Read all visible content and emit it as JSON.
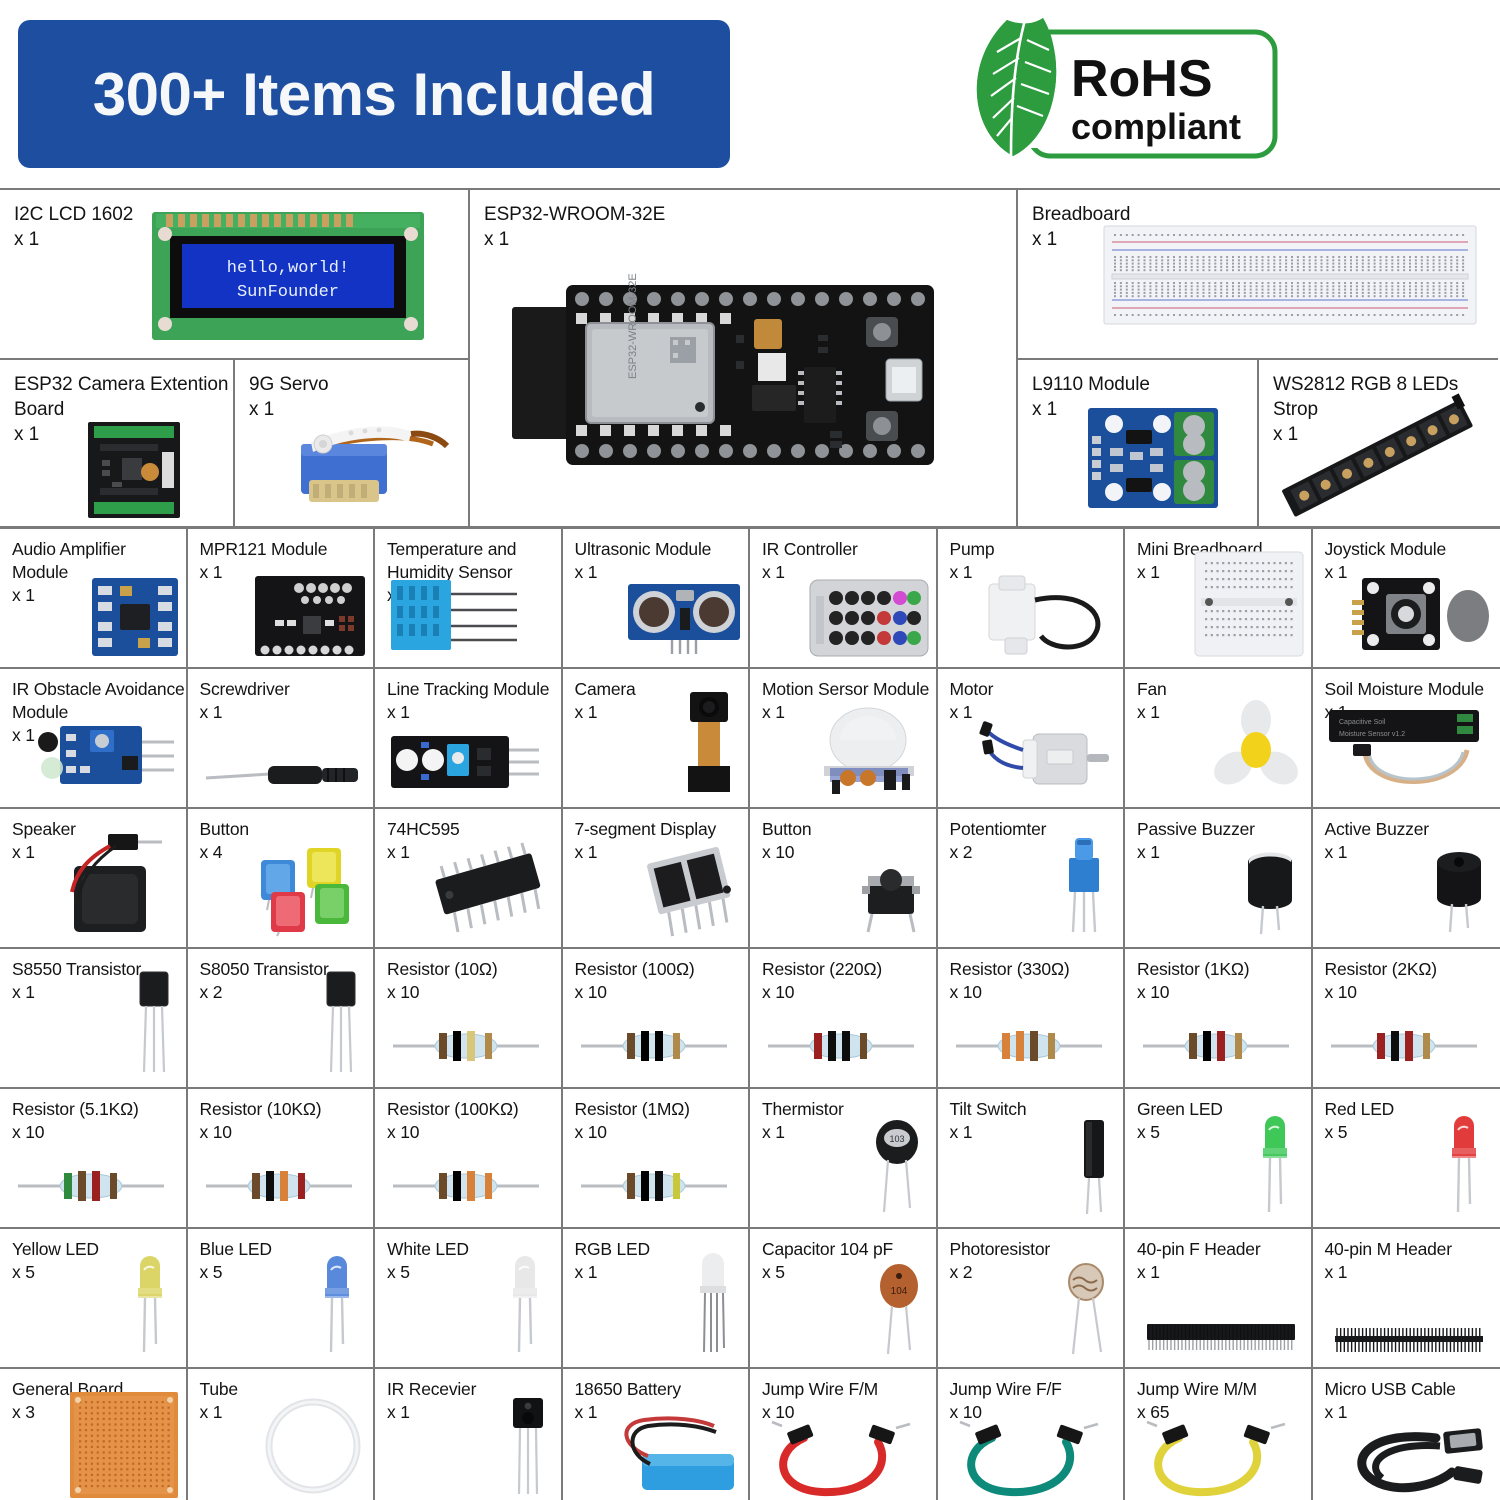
{
  "banner": {
    "text": "300+ Items Included",
    "bg_color": "#1d4ea0",
    "text_color": "#f6f7f9"
  },
  "rohs": {
    "line1": "RoHS",
    "line2": "compliant",
    "leaf_color": "#2d9c3f",
    "border_color": "#2d9c3f"
  },
  "top_section": {
    "lcd": {
      "label": "I2C LCD 1602",
      "qty": "x 1",
      "screen_line1": "hello,world!",
      "screen_line2": "SunFounder",
      "screen_bg": "#1333c4",
      "board_color": "#2f9e4a"
    },
    "camera_board": {
      "label": "ESP32 Camera Extention Board",
      "qty": "x 1"
    },
    "servo": {
      "label": "9G Servo",
      "qty": "x 1"
    },
    "esp32": {
      "label": "ESP32-WROOM-32E",
      "qty": "x 1",
      "chip_text": "ESP32-WROOM-32E"
    },
    "breadboard": {
      "label": "Breadboard",
      "qty": "x 1"
    },
    "l9110": {
      "label": "L9110 Module",
      "qty": "x 1"
    },
    "ws2812": {
      "label": "WS2812 RGB 8 LEDs Strop",
      "qty": "x 1"
    }
  },
  "grid_rows": [
    [
      {
        "label": "Audio Amplifier Module",
        "qty": "x 1",
        "art": "audio-amp"
      },
      {
        "label": "MPR121 Module",
        "qty": "x 1",
        "art": "mpr121"
      },
      {
        "label": "Temperature and Humidity Sensor",
        "qty": "x 1",
        "art": "dht11"
      },
      {
        "label": "Ultrasonic Module",
        "qty": "x 1",
        "art": "ultrasonic"
      },
      {
        "label": "IR Controller",
        "qty": "x 1",
        "art": "ir-remote"
      },
      {
        "label": "Pump",
        "qty": "x 1",
        "art": "pump"
      },
      {
        "label": "Mini Breadboard",
        "qty": "x 1",
        "art": "mini-breadboard"
      },
      {
        "label": "Joystick Module",
        "qty": "x 1",
        "art": "joystick"
      }
    ],
    [
      {
        "label": "IR Obstacle Avoidance Module",
        "qty": "x 1",
        "art": "ir-obstacle"
      },
      {
        "label": "Screwdriver",
        "qty": "x 1",
        "art": "screwdriver"
      },
      {
        "label": "Line Tracking Module",
        "qty": "x 1",
        "art": "line-tracking"
      },
      {
        "label": "Camera",
        "qty": "x 1",
        "art": "camera"
      },
      {
        "label": "Motion Sersor Module",
        "qty": "x 1",
        "art": "pir"
      },
      {
        "label": "Motor",
        "qty": "x 1",
        "art": "motor"
      },
      {
        "label": "Fan",
        "qty": "x 1",
        "art": "fan"
      },
      {
        "label": "Soil Moisture Module",
        "qty": "x 1",
        "art": "soil"
      }
    ],
    [
      {
        "label": "Speaker",
        "qty": "x 1",
        "art": "speaker"
      },
      {
        "label": "Button",
        "qty": "x 4",
        "art": "buttons-color"
      },
      {
        "label": "74HC595",
        "qty": "x 1",
        "art": "dip-ic"
      },
      {
        "label": "7-segment Display",
        "qty": "x 1",
        "art": "seven-seg"
      },
      {
        "label": "Button",
        "qty": "x 10",
        "art": "tact-button"
      },
      {
        "label": "Potentiomter",
        "qty": "x 2",
        "art": "potentiometer"
      },
      {
        "label": "Passive Buzzer",
        "qty": "x 1",
        "art": "passive-buzzer"
      },
      {
        "label": "Active Buzzer",
        "qty": "x 1",
        "art": "active-buzzer"
      }
    ],
    [
      {
        "label": "S8550 Transistor",
        "qty": "x 1",
        "art": "transistor"
      },
      {
        "label": "S8050 Transistor",
        "qty": "x 2",
        "art": "transistor"
      },
      {
        "label": "Resistor (10Ω)",
        "qty": "x 10",
        "art": "resistor",
        "bands": [
          "#6b4a2a",
          "#000000",
          "#d8c77a",
          "#b08a4a"
        ]
      },
      {
        "label": "Resistor (100Ω)",
        "qty": "x 10",
        "art": "resistor",
        "bands": [
          "#6b4a2a",
          "#000000",
          "#000000",
          "#b08a4a"
        ]
      },
      {
        "label": "Resistor (220Ω)",
        "qty": "x 10",
        "art": "resistor",
        "bands": [
          "#9b2020",
          "#0d0d0d",
          "#0d0d0d",
          "#6b4a2a"
        ]
      },
      {
        "label": "Resistor (330Ω)",
        "qty": "x 10",
        "art": "resistor",
        "bands": [
          "#d8813a",
          "#d8813a",
          "#6b4a2a",
          "#b08a4a"
        ]
      },
      {
        "label": "Resistor (1KΩ)",
        "qty": "x 10",
        "art": "resistor",
        "bands": [
          "#6b4a2a",
          "#000000",
          "#9b2020",
          "#b08a4a"
        ]
      },
      {
        "label": "Resistor (2KΩ)",
        "qty": "x 10",
        "art": "resistor",
        "bands": [
          "#9b2020",
          "#0d0d0d",
          "#9b2020",
          "#b08a4a"
        ]
      }
    ],
    [
      {
        "label": "Resistor (5.1KΩ)",
        "qty": "x 10",
        "art": "resistor",
        "bands": [
          "#2f8a3f",
          "#6b4a2a",
          "#9b2020",
          "#6b4a2a"
        ]
      },
      {
        "label": "Resistor (10KΩ)",
        "qty": "x 10",
        "art": "resistor",
        "bands": [
          "#6b4a2a",
          "#0d0d0d",
          "#d8813a",
          "#9b2020"
        ]
      },
      {
        "label": "Resistor (100KΩ)",
        "qty": "x 10",
        "art": "resistor",
        "bands": [
          "#6b4a2a",
          "#000000",
          "#d8813a",
          "#d8813a"
        ]
      },
      {
        "label": "Resistor (1MΩ)",
        "qty": "x 10",
        "art": "resistor",
        "bands": [
          "#6b4a2a",
          "#000000",
          "#0d0d0d",
          "#c8c83a"
        ]
      },
      {
        "label": "Thermistor",
        "qty": "x 1",
        "art": "thermistor",
        "code": "103"
      },
      {
        "label": "Tilt Switch",
        "qty": "x 1",
        "art": "tilt-switch"
      },
      {
        "label": "Green LED",
        "qty": "x 5",
        "art": "led",
        "color": "#2fc24a"
      },
      {
        "label": "Red LED",
        "qty": "x 5",
        "art": "led",
        "color": "#e02a2a"
      }
    ],
    [
      {
        "label": "Yellow LED",
        "qty": "x 5",
        "art": "led",
        "color": "#d8d05a"
      },
      {
        "label": "Blue LED",
        "qty": "x 5",
        "art": "led",
        "color": "#4a7fd8"
      },
      {
        "label": "White LED",
        "qty": "x 5",
        "art": "led",
        "color": "#e6e6e6"
      },
      {
        "label": "RGB LED",
        "qty": "x 1",
        "art": "rgb-led"
      },
      {
        "label": "Capacitor 104 pF",
        "qty": "x 5",
        "art": "capacitor",
        "code": "104"
      },
      {
        "label": "Photoresistor",
        "qty": "x 2",
        "art": "photoresistor"
      },
      {
        "label": "40-pin F Header",
        "qty": "x 1",
        "art": "female-header"
      },
      {
        "label": "40-pin M Header",
        "qty": "x 1",
        "art": "male-header"
      }
    ],
    [
      {
        "label": "General Board",
        "qty": "x 3",
        "art": "perfboard"
      },
      {
        "label": "Tube",
        "qty": "x 1",
        "art": "tube"
      },
      {
        "label": "IR Recevier",
        "qty": "x 1",
        "art": "ir-receiver"
      },
      {
        "label": "18650 Battery",
        "qty": "x 1",
        "art": "battery"
      },
      {
        "label": "Jump Wire F/M",
        "qty": "x 10",
        "art": "jumper",
        "color": "#d92a2a"
      },
      {
        "label": "Jump Wire F/F",
        "qty": "x 10",
        "art": "jumper",
        "color": "#0e8a7a"
      },
      {
        "label": "Jump Wire M/M",
        "qty": "x 65",
        "art": "jumper",
        "color": "#e0d23a"
      },
      {
        "label": "Micro USB Cable",
        "qty": "x 1",
        "art": "usb-cable"
      }
    ]
  ]
}
